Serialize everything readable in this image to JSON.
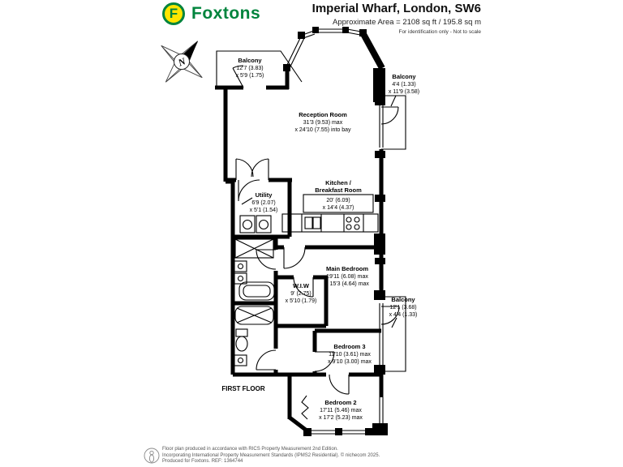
{
  "header": {
    "logo_letter": "F",
    "logo_text": "Foxtons",
    "title": "Imperial Wharf, London, SW6",
    "area": "Approximate Area = 2108 sq ft / 195.8 sq m",
    "disclaimer": "For identification only - Not to scale"
  },
  "compass": {
    "north": "N"
  },
  "plan": {
    "floor_label": "FIRST FLOOR",
    "rooms": {
      "balcony_tl": {
        "name": "Balcony",
        "dim1": "12'7 (3.83)",
        "dim2": "x 5'9 (1.75)"
      },
      "reception": {
        "name": "Reception Room",
        "dim1": "31'3 (9.53) max",
        "dim2": "x 24'10 (7.55) into bay"
      },
      "balcony_tr": {
        "name": "Balcony",
        "dim1": "4'4 (1.33)",
        "dim2": "x 11'9 (3.58)"
      },
      "kitchen": {
        "name1": "Kitchen /",
        "name2": "Breakfast Room",
        "dim1": "20' (6.09)",
        "dim2": "x 14'4 (4.37)"
      },
      "utility": {
        "name": "Utility",
        "dim1": "6'9 (2.07)",
        "dim2": "x 5'1 (1.54)"
      },
      "main_bedroom": {
        "name": "Main Bedroom",
        "dim1": "19'11 (6.08) max",
        "dim2": "x 15'3 (4.64) max"
      },
      "wiw": {
        "name": "W.I.W",
        "dim1": "9' (2.75)",
        "dim2": "x 5'10 (1.79)"
      },
      "balcony_r": {
        "name": "Balcony",
        "dim1": "12'1 (3.68)",
        "dim2": "x 4'4 (1.33)"
      },
      "bedroom3": {
        "name": "Bedroom 3",
        "dim1": "11'10 (3.61) max",
        "dim2": "x 9'10 (3.00) max"
      },
      "bedroom2": {
        "name": "Bedroom 2",
        "dim1": "17'11 (5.46) max",
        "dim2": "x 17'2 (5.23) max"
      }
    }
  },
  "footer": {
    "line1": "Floor plan produced in accordance with RICS Property Measurement 2nd Edition.",
    "line2": "Incorporating International Property Measurement Standards (IPMS2 Residential).  © nichecom 2025.",
    "line3": "Produced for Foxtons.   REF: 1364744"
  },
  "colors": {
    "brand_green": "#00843d",
    "brand_yellow": "#ffe600",
    "wall": "#000000"
  }
}
